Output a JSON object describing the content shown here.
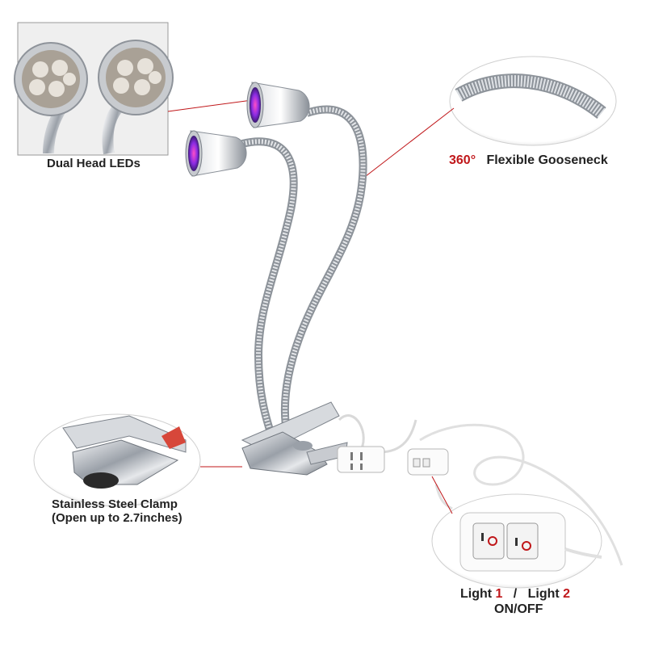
{
  "labels": {
    "dual_head": "Dual Head LEDs",
    "degree": "360°",
    "gooseneck": "Flexible Gooseneck",
    "clamp_line1": "Stainless Steel Clamp",
    "clamp_line2": "(Open up to 2.7inches)",
    "light_word_1": "Light",
    "light_num_1": "1",
    "separator": "/",
    "light_word_2": "Light",
    "light_num_2": "2",
    "onoff": "ON/OFF"
  },
  "colors": {
    "accent_red": "#c0171a",
    "led_purple": "#8a2be2",
    "led_pink": "#e0309a",
    "metal": "#b9bcc2",
    "callout_line": "#c0171a"
  },
  "icons": [
    "led-head-icon",
    "gooseneck-icon",
    "clamp-icon",
    "switch-icon",
    "plug-icon"
  ]
}
